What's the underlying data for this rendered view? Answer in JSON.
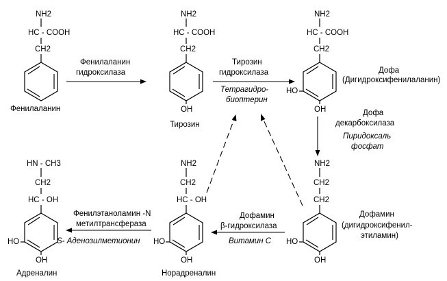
{
  "groups": {
    "nh2": "NH2",
    "hc_cooh": "HC - COOH",
    "ch2": "CH2",
    "hc_oh": "HC - OH",
    "nh_ch3": "HN - CH3",
    "oh": "OH",
    "ho": "HO"
  },
  "molecules": {
    "phenylalanine": "Фенилаланин",
    "tyrosine": "Тирозин",
    "dopa_line1": "Дофа",
    "dopa_line2": "(Дигидроксифенилаланин)",
    "dopamine_line1": "Дофамин",
    "dopamine_line2": "(дигидроксифенил-",
    "dopamine_line3": "этиламин)",
    "noradrenaline": "Норадреналин",
    "adrenaline": "Адреналин"
  },
  "enzymes": {
    "phe_hydroxylase_1": "Фенилаланин",
    "phe_hydroxylase_2": "гидроксилаза",
    "tyr_hydroxylase_1": "Тирозин",
    "tyr_hydroxylase_2": "гидроксилаза",
    "tyr_cofactor_1": "Тетрагидро-",
    "tyr_cofactor_2": "биоптерин",
    "dopa_decarboxylase_1": "Дофа",
    "dopa_decarboxylase_2": "декарбоксилаза",
    "dopa_cofactor_1": "Пиридоксаль",
    "dopa_cofactor_2": "фосфат",
    "dbh_1": "Дофамин",
    "dbh_2": "β-гидроксилаза",
    "dbh_cofactor": "Витамин С",
    "pnmt_1": "Фенилэтаноламин -N",
    "pnmt_2": "метилтрансфераза",
    "pnmt_cofactor": "S- Аденозилметионин"
  }
}
